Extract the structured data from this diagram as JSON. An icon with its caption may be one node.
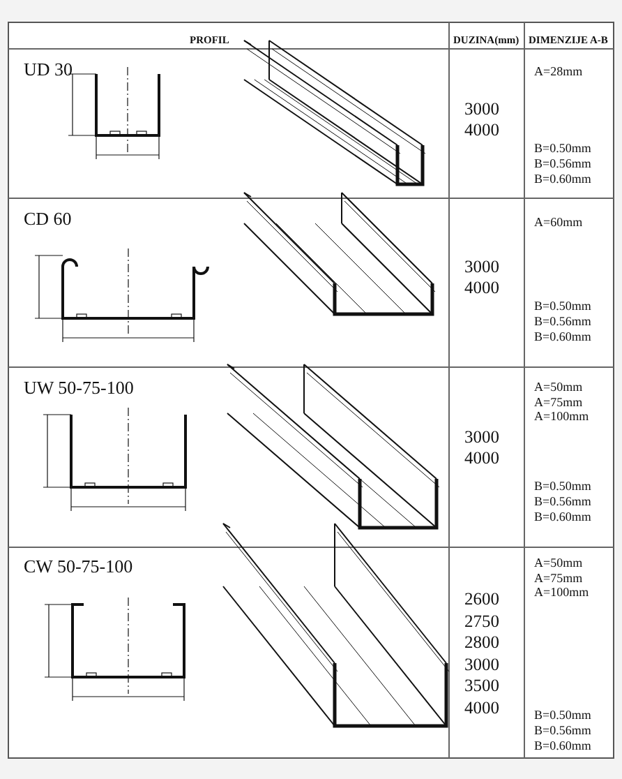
{
  "diagram": {
    "labels": [
      "PROFIL",
      "DUZINA(mm)",
      "DIMENZIJE A-B",
      "UD 30",
      "3000",
      "4000",
      "A=28mm",
      "B=0.50mm",
      "B=0.56mm",
      "B=0.60mm",
      "CD 60",
      "3000",
      "4000",
      "A=60mm",
      "B=0.50mm",
      "B=0.56mm",
      "B=0.60mm",
      "UW 50-75-100",
      "3000",
      "4000",
      "A=50mm",
      "A=75mm",
      "A=100mm",
      "B=0.50mm",
      "B=0.56mm",
      "B=0.60mm",
      "CW 50-75-100",
      "2600",
      "2750",
      "2800",
      "3000",
      "3500",
      "4000",
      "A=50mm",
      "A=75mm",
      "A=100mm",
      "B=0.50mm",
      "B=0.56mm",
      "B=0.60mm"
    ]
  }
}
